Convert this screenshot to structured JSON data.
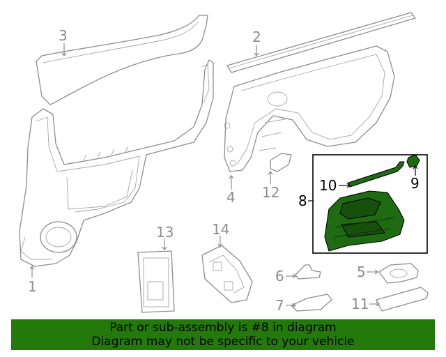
{
  "highlight_color": "#237a0a",
  "part_color": "#1f6b12",
  "callouts": {
    "c1": "1",
    "c2": "2",
    "c3": "3",
    "c4": "4",
    "c5": "5",
    "c6": "6",
    "c7": "7",
    "c8": "8",
    "c9": "9",
    "c10": "10",
    "c11": "11",
    "c12": "12",
    "c13": "13",
    "c14": "14"
  },
  "highlighted_callouts": [
    "8",
    "9",
    "10"
  ],
  "banner": {
    "line1": "Part or sub-assembly is #8 in diagram",
    "line2": "Diagram may not be specific to your vehicle"
  }
}
